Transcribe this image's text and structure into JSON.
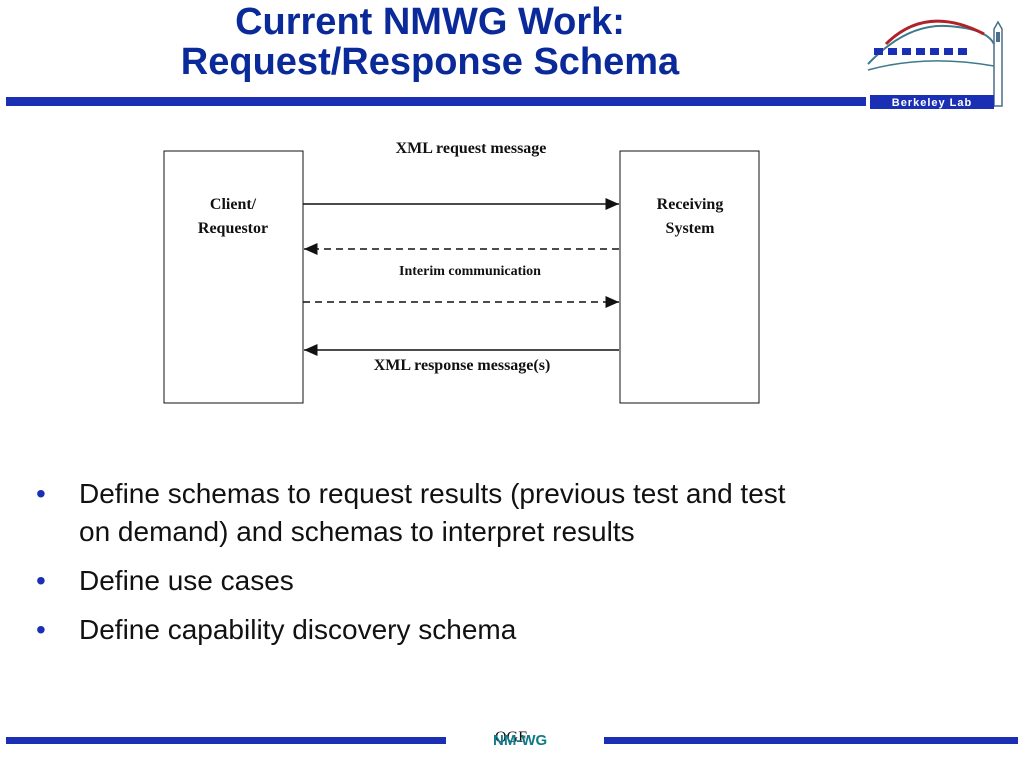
{
  "slide": {
    "title_line1": "Current NMWG Work:",
    "title_line2": "Request/Response Schema",
    "logo_text": "Berkeley Lab"
  },
  "diagram": {
    "left_box": {
      "line1": "Client/",
      "line2": "Requestor"
    },
    "right_box": {
      "line1": "Receiving",
      "line2": "System"
    },
    "arrows": [
      {
        "label": "XML request message",
        "direction": "left-to-right",
        "style": "solid"
      },
      {
        "label": "",
        "direction": "right-to-left",
        "style": "dashed"
      },
      {
        "label": "Interim communication",
        "direction": "none",
        "style": "label"
      },
      {
        "label": "",
        "direction": "left-to-right",
        "style": "dashed"
      },
      {
        "label": "XML response message(s)",
        "direction": "right-to-left",
        "style": "solid"
      }
    ]
  },
  "bullets": [
    {
      "text_line1": "Define schemas to request results (previous test and test",
      "text_line2": "on demand) and schemas to interpret results"
    },
    {
      "text_line1": "Define use cases",
      "text_line2": ""
    },
    {
      "text_line1": "Define capability discovery schema",
      "text_line2": ""
    }
  ],
  "footer": {
    "org1": "OGF",
    "org2": "NM-WG"
  },
  "colors": {
    "title": "#0b2a9a",
    "bar": "#1a2fb3",
    "footer_text": "#0f7a8a"
  }
}
